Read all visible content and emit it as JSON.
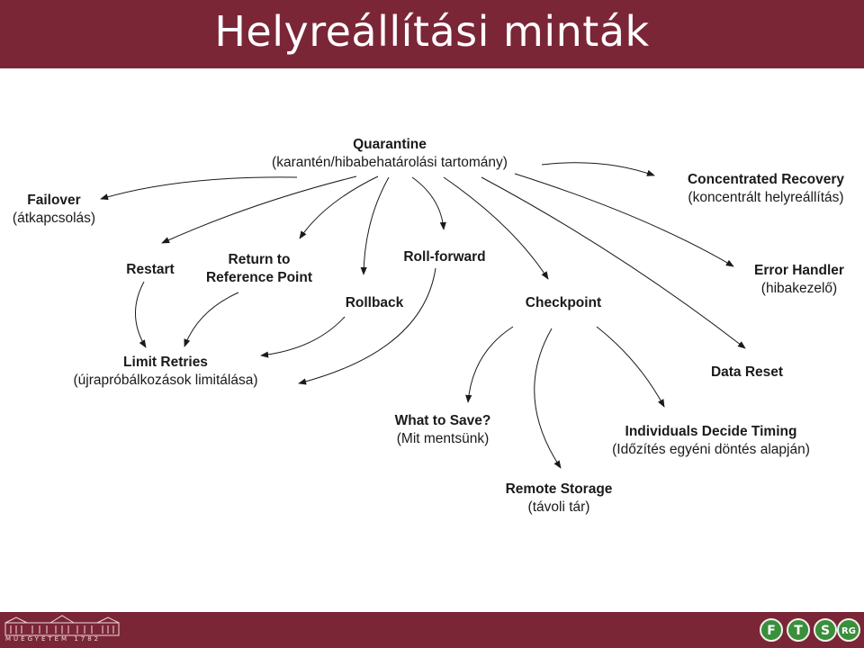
{
  "slide": {
    "title": "Helyreállítási minták"
  },
  "nodes": {
    "quarantine": {
      "title": "Quarantine",
      "subtitle": "(karantén/hibabehatárolási tartomány)"
    },
    "failover": {
      "title": "Failover",
      "subtitle": "(átkapcsolás)"
    },
    "concentrated": {
      "title": "Concentrated Recovery",
      "subtitle": "(koncentrált helyreállítás)"
    },
    "restart": {
      "title": "Restart"
    },
    "return_ref": {
      "title_line1": "Return to",
      "title_line2": "Reference Point"
    },
    "roll_forward": {
      "title": "Roll-forward"
    },
    "rollback": {
      "title": "Rollback"
    },
    "checkpoint": {
      "title": "Checkpoint"
    },
    "error_handler": {
      "title": "Error Handler",
      "subtitle": "(hibakezelő)"
    },
    "limit_retries": {
      "title": "Limit Retries",
      "subtitle": "(újrapróbálkozások limitálása)"
    },
    "data_reset": {
      "title": "Data Reset"
    },
    "what_to_save": {
      "title": "What to Save?",
      "subtitle": "(Mit mentsünk)"
    },
    "individuals": {
      "title": "Individuals Decide Timing",
      "subtitle": "(Időzítés egyéni döntés alapján)"
    },
    "remote_storage": {
      "title": "Remote Storage",
      "subtitle": "(távoli tár)"
    }
  },
  "footer": {
    "university_text": "MŰEGYETEM 1782",
    "lab_logo": [
      "F",
      "T",
      "S",
      "RG"
    ]
  },
  "colors": {
    "header": "#7a2637",
    "footer": "#7a2637",
    "arrow": "#1a1a1a",
    "title_text": "#ffffff"
  }
}
